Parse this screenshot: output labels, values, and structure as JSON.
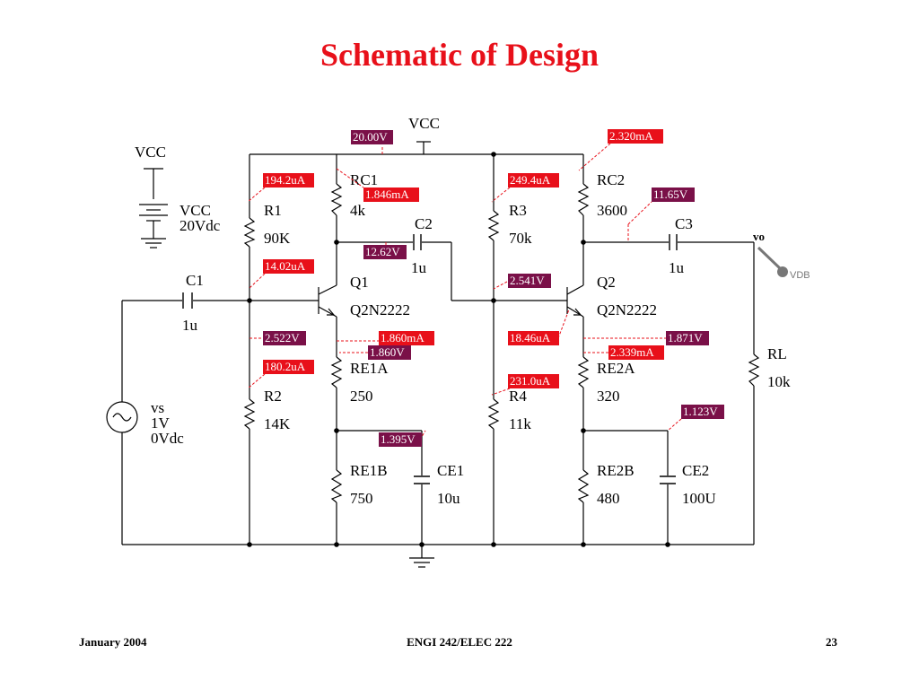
{
  "slide": {
    "title": "Schematic of Design",
    "footer_left": "January 2004",
    "footer_center": "ENGI 242/ELEC 222",
    "footer_right": "23"
  },
  "colors": {
    "title": "#e8101a",
    "current_tag": "#e8101a",
    "voltage_tag": "#7a1048",
    "leader": "#e8101a"
  },
  "labels": {
    "vcc_src": "VCC",
    "vcc_name": "VCC",
    "vcc_val": "20Vdc",
    "vcc_top": "VCC",
    "vs_name": "vs",
    "vs_v1": "1V",
    "vs_v2": "0Vdc",
    "c1": "C1",
    "c1_val": "1u",
    "r1": "R1",
    "r1_val": "90K",
    "r2": "R2",
    "r2_val": "14K",
    "rc1": "RC1",
    "rc1_val": "4k",
    "c2": "C2",
    "c2_val": "1u",
    "q1": "Q1",
    "q1_model": "Q2N2222",
    "re1a": "RE1A",
    "re1a_val": "250",
    "re1b": "RE1B",
    "re1b_val": "750",
    "ce1": "CE1",
    "ce1_val": "10u",
    "r3": "R3",
    "r3_val": "70k",
    "r4": "R4",
    "r4_val": "11k",
    "rc2": "RC2",
    "rc2_val": "3600",
    "c3": "C3",
    "c3_val": "1u",
    "q2": "Q2",
    "q2_model": "Q2N2222",
    "re2a": "RE2A",
    "re2a_val": "320",
    "re2b": "RE2B",
    "re2b_val": "480",
    "ce2": "CE2",
    "ce2_val": "100U",
    "rl": "RL",
    "rl_val": "10k",
    "vo": "vo",
    "vdb": "VDB"
  },
  "tags": [
    {
      "id": "vcc-node-voltage",
      "kind": "voltage",
      "text": "20.00V"
    },
    {
      "id": "rc2-current",
      "kind": "current",
      "text": "2.320mA"
    },
    {
      "id": "r1-current",
      "kind": "current",
      "text": "194.2uA"
    },
    {
      "id": "rc1-current",
      "kind": "current",
      "text": "1.846mA"
    },
    {
      "id": "r3-current",
      "kind": "current",
      "text": "249.4uA"
    },
    {
      "id": "q2-collector-voltage",
      "kind": "voltage",
      "text": "11.65V"
    },
    {
      "id": "q1-collector-voltage",
      "kind": "voltage",
      "text": "12.62V"
    },
    {
      "id": "q1-base-current",
      "kind": "current",
      "text": "14.02uA"
    },
    {
      "id": "q2-base-voltage",
      "kind": "voltage",
      "text": "2.541V"
    },
    {
      "id": "q1-base-voltage",
      "kind": "voltage",
      "text": "2.522V"
    },
    {
      "id": "q1-emitter-current",
      "kind": "current",
      "text": "1.860mA"
    },
    {
      "id": "q1-emitter-voltage",
      "kind": "voltage",
      "text": "1.860V"
    },
    {
      "id": "q2-base-current",
      "kind": "current",
      "text": "18.46uA"
    },
    {
      "id": "q2-emitter-voltage",
      "kind": "voltage",
      "text": "1.871V"
    },
    {
      "id": "q2-emitter-current",
      "kind": "current",
      "text": "2.339mA"
    },
    {
      "id": "r2-current",
      "kind": "current",
      "text": "180.2uA"
    },
    {
      "id": "r4-current",
      "kind": "current",
      "text": "231.0uA"
    },
    {
      "id": "q2-re2b-voltage",
      "kind": "voltage",
      "text": "1.123V"
    },
    {
      "id": "q1-re1b-voltage",
      "kind": "voltage",
      "text": "1.395V"
    }
  ]
}
